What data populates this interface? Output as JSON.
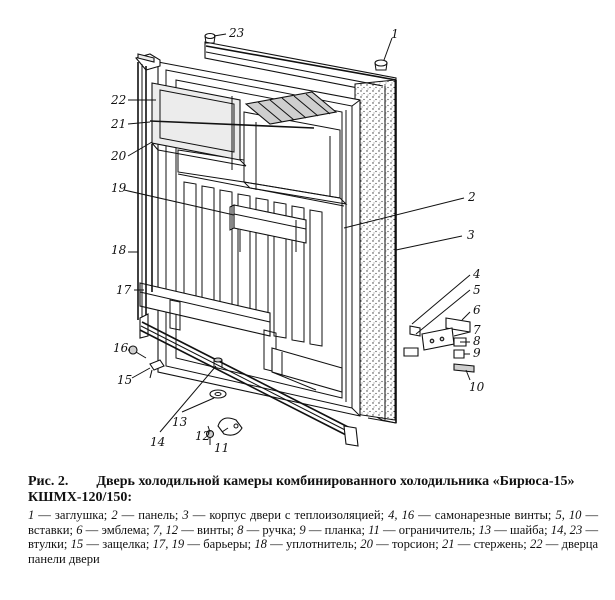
{
  "figure": {
    "labels": [
      {
        "id": "l1",
        "text": "1"
      },
      {
        "id": "l2",
        "text": "2"
      },
      {
        "id": "l3",
        "text": "3"
      },
      {
        "id": "l4",
        "text": "4"
      },
      {
        "id": "l5",
        "text": "5"
      },
      {
        "id": "l6",
        "text": "6"
      },
      {
        "id": "l7",
        "text": "7"
      },
      {
        "id": "l8",
        "text": "8"
      },
      {
        "id": "l9",
        "text": "9"
      },
      {
        "id": "l10",
        "text": "10"
      },
      {
        "id": "l11",
        "text": "11"
      },
      {
        "id": "l12",
        "text": "12"
      },
      {
        "id": "l13",
        "text": "13"
      },
      {
        "id": "l14",
        "text": "14"
      },
      {
        "id": "l15",
        "text": "15"
      },
      {
        "id": "l16",
        "text": "16"
      },
      {
        "id": "l17",
        "text": "17"
      },
      {
        "id": "l18",
        "text": "18"
      },
      {
        "id": "l19",
        "text": "19"
      },
      {
        "id": "l20",
        "text": "20"
      },
      {
        "id": "l21",
        "text": "21"
      },
      {
        "id": "l22",
        "text": "22"
      },
      {
        "id": "l23",
        "text": "23"
      }
    ]
  },
  "caption": {
    "figure_number": "Рис. 2.",
    "title": "Дверь холодильной камеры комбинированного холодильника «Бирюса-15» КШМХ-120/150:",
    "legend": [
      {
        "num": "1",
        "text": "заглушка"
      },
      {
        "num": "2",
        "text": "панель"
      },
      {
        "num": "3",
        "text": "корпус двери с теплоизоляцией"
      },
      {
        "num": "4, 16",
        "text": "самонарезные винты"
      },
      {
        "num": "5, 10",
        "text": "вставки"
      },
      {
        "num": "6",
        "text": "эмблема"
      },
      {
        "num": "7, 12",
        "text": "винты"
      },
      {
        "num": "8",
        "text": "ручка"
      },
      {
        "num": "9",
        "text": "планка"
      },
      {
        "num": "11",
        "text": "ограничитель"
      },
      {
        "num": "13",
        "text": "шайба"
      },
      {
        "num": "14, 23",
        "text": "втулки"
      },
      {
        "num": "15",
        "text": "защелка"
      },
      {
        "num": "17, 19",
        "text": "барьеры"
      },
      {
        "num": "18",
        "text": "уплотнитель"
      },
      {
        "num": "20",
        "text": "торсион"
      },
      {
        "num": "21",
        "text": "стержень"
      },
      {
        "num": "22",
        "text": "дверца панели двери"
      }
    ]
  }
}
